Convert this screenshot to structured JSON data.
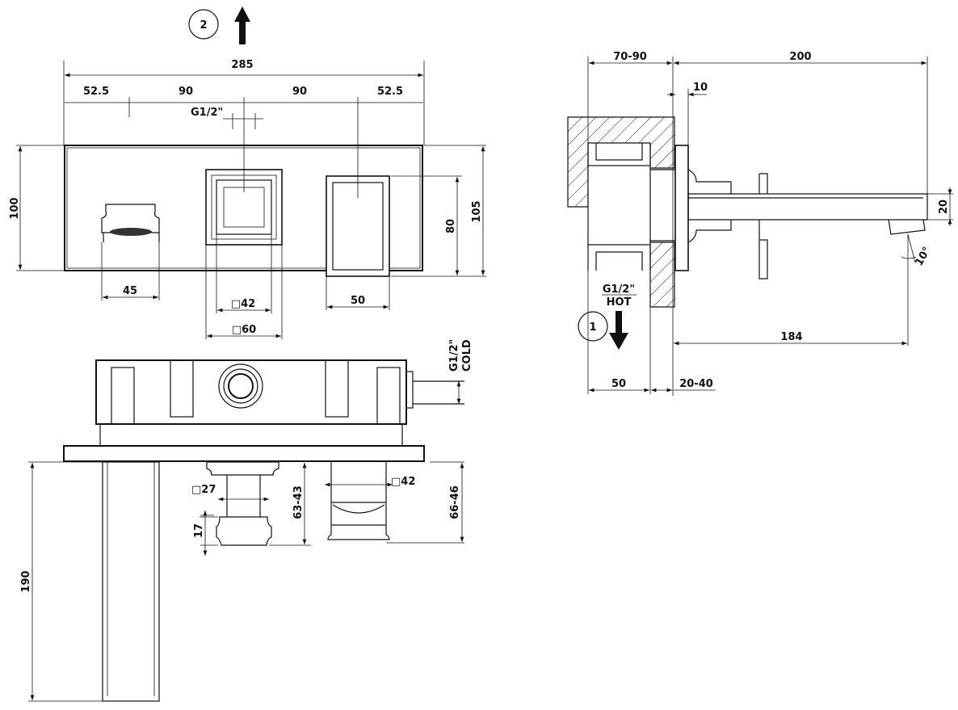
{
  "callouts": {
    "top_marker": "2",
    "side_marker": "1"
  },
  "front_view": {
    "overall_width": "285",
    "seg_1": "52.5",
    "seg_2": "90",
    "seg_3": "90",
    "seg_4": "52.5",
    "thread": "G1/2\"",
    "height": "100",
    "handle_height": "80",
    "total_height": "105",
    "spout_width": "45",
    "inner_square": "□42",
    "outer_square": "□60",
    "handle_width": "50"
  },
  "top_view": {
    "cold_thread": "G1/2\"",
    "cold_label": "COLD",
    "stem_square": "□27",
    "knob_height": "17",
    "left_projection": "63-43",
    "right_square": "□42",
    "right_projection": "66-46",
    "spout_length": "190"
  },
  "side_view": {
    "depth": "70-90",
    "reach": "200",
    "flange": "10",
    "spout_height": "20",
    "angle": "10°",
    "hot_thread": "G1/2\"",
    "hot_label": "HOT",
    "outlet_reach": "184",
    "body_depth": "50",
    "wall_range": "20-40"
  }
}
